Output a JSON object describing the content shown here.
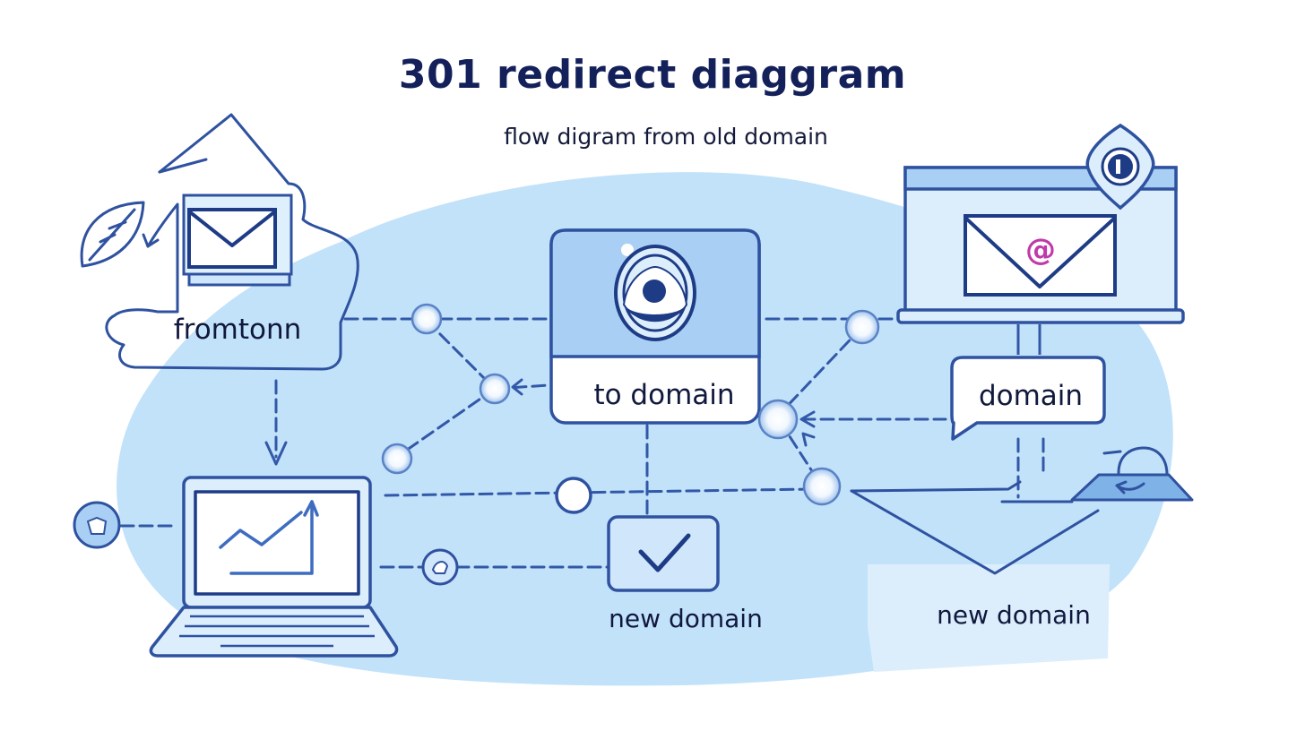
{
  "title": "301 redirect diaggram",
  "subtitle": "flow digram from  old domain",
  "nodes": {
    "source": {
      "label": "fromtonn",
      "icon": "envelope-icon"
    },
    "target": {
      "label": "to domain",
      "icon": "camera-lens-icon"
    },
    "mail_window": {
      "icon": "at-envelope-icon",
      "at_symbol": "@"
    },
    "domain_bubble": {
      "label": "domain"
    },
    "laptop": {
      "icon": "trend-chart-icon"
    },
    "check": {
      "label": "new domain",
      "icon": "checkmark-icon"
    },
    "right_new": {
      "label": "new domain"
    }
  },
  "colors": {
    "line": "#2f52a0",
    "blob": "#c2e2fa",
    "panel": "#e3f1fd",
    "accent_at": "#c03aa9",
    "title": "#13205a"
  }
}
